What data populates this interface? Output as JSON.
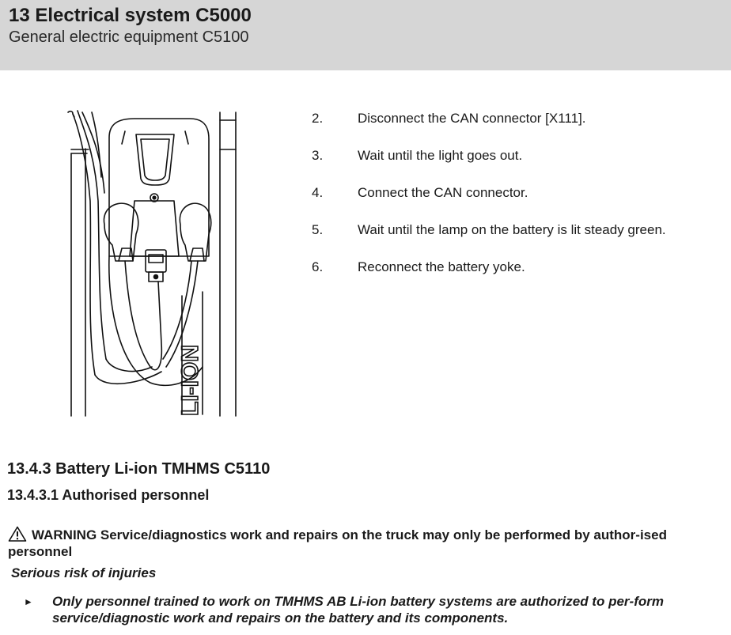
{
  "header": {
    "chapter_title": "13 Electrical system C5000",
    "chapter_subtitle": "General electric equipment C5100"
  },
  "figure": {
    "label": "LI-ION"
  },
  "steps": [
    {
      "number": "2.",
      "text": "Disconnect the CAN connector [X111]."
    },
    {
      "number": "3.",
      "text": "Wait until the light goes out."
    },
    {
      "number": "4.",
      "text": "Connect the CAN connector."
    },
    {
      "number": "5.",
      "text": "Wait until the lamp on the battery is lit steady green."
    },
    {
      "number": "6.",
      "text": "Reconnect the battery yoke."
    }
  ],
  "section": {
    "heading": "13.4.3 Battery Li-ion TMHMS C5110",
    "subheading": "13.4.3.1 Authorised personnel"
  },
  "warning": {
    "icon": "warning-triangle-icon",
    "text": "WARNING Service/diagnostics work and repairs on the truck may only be performed by author-ised personnel",
    "risk": "Serious risk of injuries",
    "bullet_icon": "arrow-bullet-icon",
    "instruction": "Only personnel trained to work on TMHMS AB Li-ion battery systems are authorized to per-form service/diagnostic work and repairs on the battery and its components."
  }
}
